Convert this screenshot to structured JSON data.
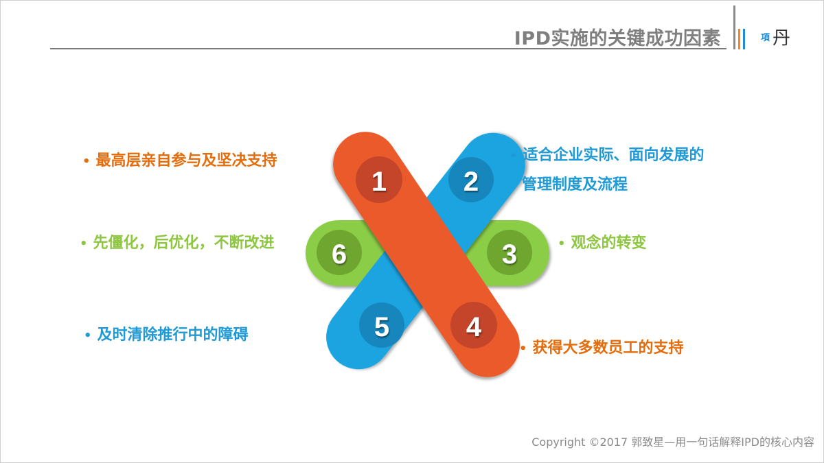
{
  "header": {
    "title": "IPD实施的关键成功因素",
    "logo_small": "項",
    "logo_big": "丹"
  },
  "factors": [
    {
      "number": "1",
      "text": "最高层亲自参与及坚决支持",
      "color": "#e46c0a"
    },
    {
      "number": "2",
      "text_line1": "适合企业实际、面向发展的",
      "text_line2": "管理制度及流程",
      "color": "#1e9ad6"
    },
    {
      "number": "3",
      "text": "观念的转变",
      "color": "#8dc63f"
    },
    {
      "number": "4",
      "text": "获得大多数员工的支持",
      "color": "#e46c0a"
    },
    {
      "number": "5",
      "text": "及时清除推行中的障碍",
      "color": "#1e9ad6"
    },
    {
      "number": "6",
      "text": "先僵化，后优化，不断改进",
      "color": "#8dc63f"
    }
  ],
  "bullet": "•",
  "colors": {
    "red_band": "#ea5a2a",
    "blue_band": "#1aa4e0",
    "green_band": "#8ccd46",
    "title_gray": "#7f7f7f"
  },
  "footer": {
    "copyright": "Copyright ©2017 郭致星—用一句话解释IPD的核心内容"
  }
}
